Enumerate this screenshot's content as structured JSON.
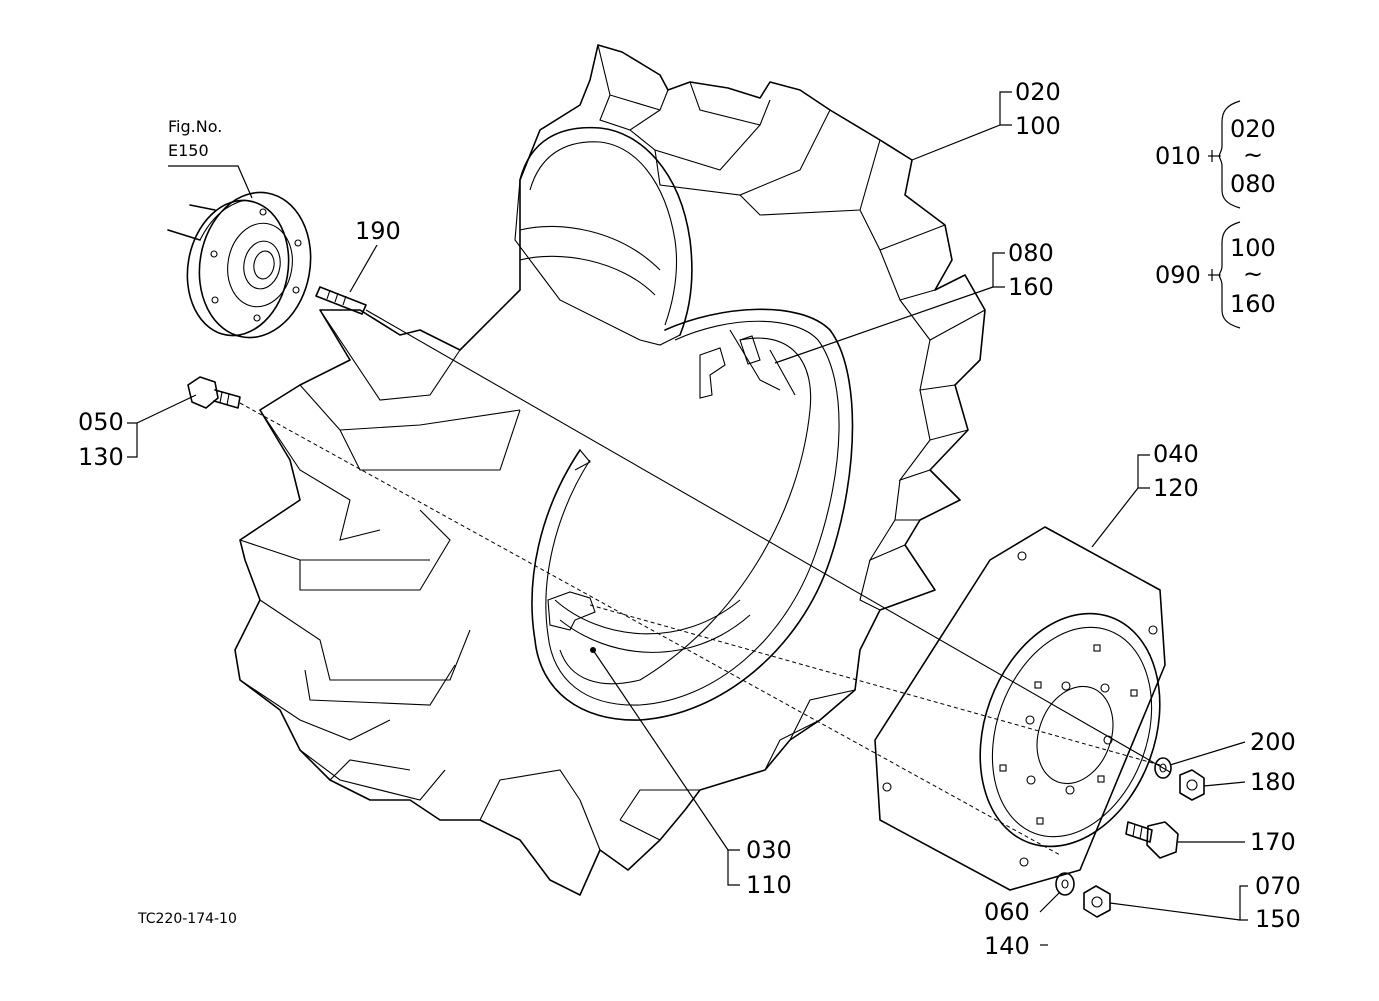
{
  "figure_ref": {
    "label": "Fig.No.",
    "code": "E150"
  },
  "callouts": {
    "c020": "020",
    "c100": "100",
    "c080": "080",
    "c160": "160",
    "c190": "190",
    "c050": "050",
    "c130": "130",
    "c040": "040",
    "c120": "120",
    "c200": "200",
    "c180": "180",
    "c170": "170",
    "c030": "030",
    "c110": "110",
    "c060": "060",
    "c140": "140",
    "c070": "070",
    "c150": "150"
  },
  "assemblies": [
    {
      "id": "010",
      "from": "020",
      "tilde": "~",
      "to": "080"
    },
    {
      "id": "090",
      "from": "100",
      "tilde": "~",
      "to": "160"
    }
  ],
  "drawing_code": "TC220-174-10"
}
